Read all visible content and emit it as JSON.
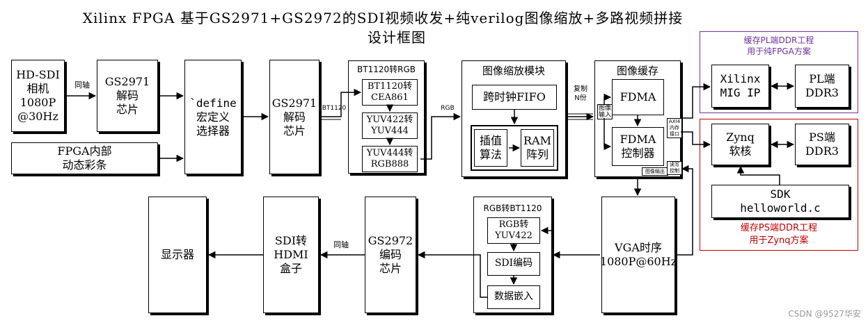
{
  "title": {
    "line1": "Xilinx FPGA 基于GS2971+GS2972的SDI视频收发+纯verilog图像缩放+多路视频拼接",
    "line2": "设计框图"
  },
  "blocks": {
    "camera": "HD-SDI\n相机\n1080P\n@30Hz",
    "gs2971_a": "GS2971\n解码\n芯片",
    "pattern": "FPGA内部\n动态彩条",
    "selector": "`define\n宏定义\n选择器",
    "gs2971_b": "GS2971\n解码\n芯片",
    "bt1120_group": "BT1120转RGB",
    "bt1120_cea": "BT1120转\nCEA861",
    "yuv422_444": "YUV422转\nYUV444",
    "yuv444_rgb": "YUV444转\nRGB888",
    "scaler_group": "图像缩放模块",
    "fifo": "跨时钟FIFO",
    "interp": "插值\n算法",
    "ram": "RAM\n阵列",
    "cache_group": "图像缓存",
    "fdma": "FDMA",
    "fdma_ctrl": "FDMA\n控制器",
    "mig": "Xilinx\nMIG IP",
    "pl_ddr": "PL端\nDDR3",
    "zynq": "Zynq\n软核",
    "ps_ddr": "PS端\nDDR3",
    "sdk": "SDK\nhelloworld.c",
    "vga": "VGA时序\n1080P@60Hz",
    "rgb_bt_group": "RGB转BT1120",
    "rgb_yuv": "RGB转\nYUV422",
    "sdi_enc": "SDI编码",
    "data_embed": "数据嵌入",
    "gs2972": "GS2972\n编码\n芯片",
    "sdi_hdmi": "SDI转\nHDMI\n盒子",
    "display": "显示器"
  },
  "labels": {
    "coax1": "同轴",
    "coax2": "同轴",
    "bt1120": "BT1120",
    "rgb": "RGB",
    "copy_n": "复制\nN份",
    "img_in": "图像\n输入",
    "axi4": "AXI4\n内存\n接口",
    "img_out": "图像输出",
    "rw_ctrl": "读写\n控制"
  },
  "regions": {
    "pl_title": "缓存PL端DDR工程\n用于纯FPGA方案",
    "ps_title": "缓存PS端DDR工程\n用于Zynq方案"
  },
  "watermark": "CSDN @9527华安",
  "colors": {
    "pl": "#7030a0",
    "ps": "#c00000"
  }
}
